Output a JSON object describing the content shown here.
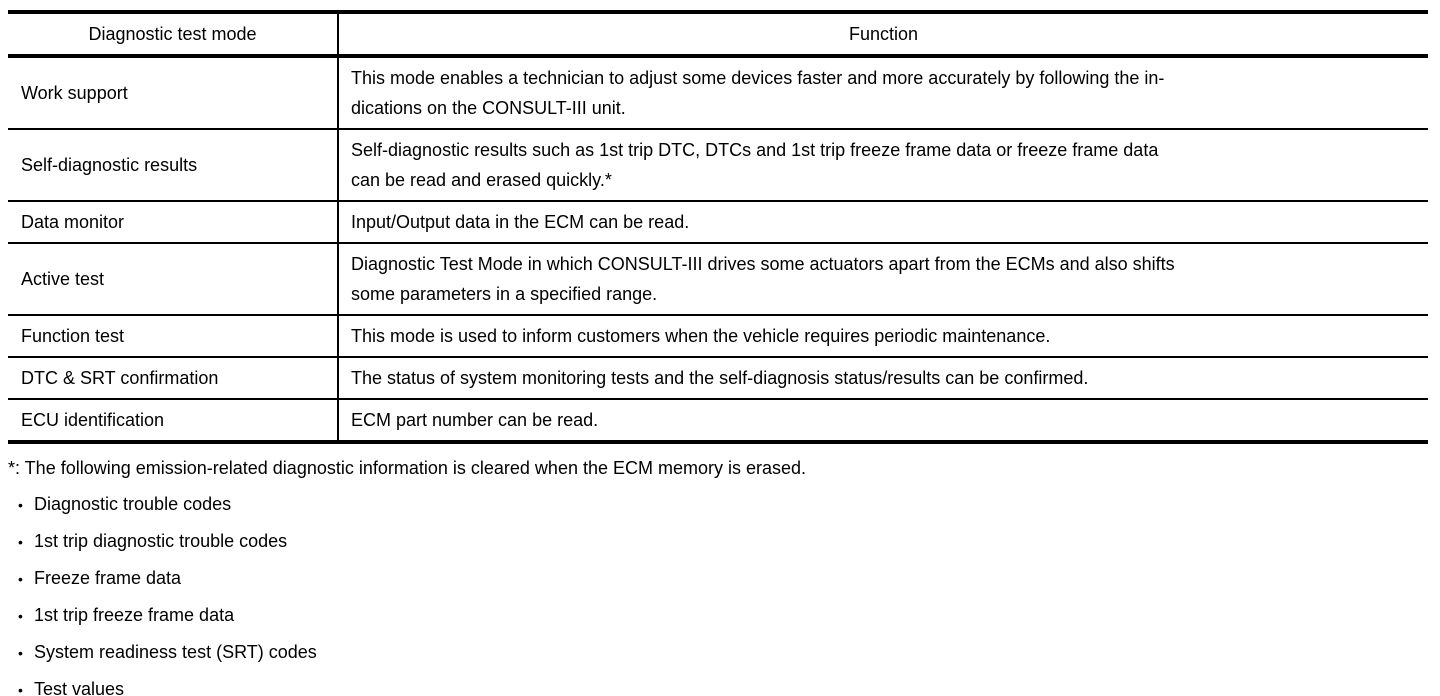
{
  "colors": {
    "text": "#000000",
    "border": "#000000",
    "background": "#ffffff"
  },
  "table": {
    "col1_header": "Diagnostic test mode",
    "col2_header": "Function",
    "rows": [
      {
        "mode": "Work support",
        "function": "This mode enables a technician to adjust some devices faster and more accurately by following the in-\ndications on the CONSULT-III unit."
      },
      {
        "mode": "Self-diagnostic results",
        "function": "Self-diagnostic results such as 1st trip DTC, DTCs and 1st trip freeze frame data or freeze frame data\ncan be read and erased quickly.*"
      },
      {
        "mode": "Data monitor",
        "function": "Input/Output data in the ECM can be read."
      },
      {
        "mode": "Active test",
        "function": "Diagnostic Test Mode in which CONSULT-III drives some actuators apart from the ECMs and also shifts\nsome parameters in a specified range."
      },
      {
        "mode": "Function test",
        "function": "This mode is used to inform customers when the vehicle requires periodic maintenance."
      },
      {
        "mode": "DTC & SRT confirmation",
        "function": "The status of system monitoring tests and the self-diagnosis status/results can be confirmed."
      },
      {
        "mode": "ECU identification",
        "function": "ECM part number can be read."
      }
    ]
  },
  "notes": {
    "footnote": "*: The following emission-related diagnostic information is cleared when the ECM memory is erased.",
    "bullet_char": "•",
    "bullets": [
      "Diagnostic trouble codes",
      "1st trip diagnostic trouble codes",
      "Freeze frame data",
      "1st trip freeze frame data",
      "System readiness test (SRT) codes",
      "Test values"
    ]
  }
}
